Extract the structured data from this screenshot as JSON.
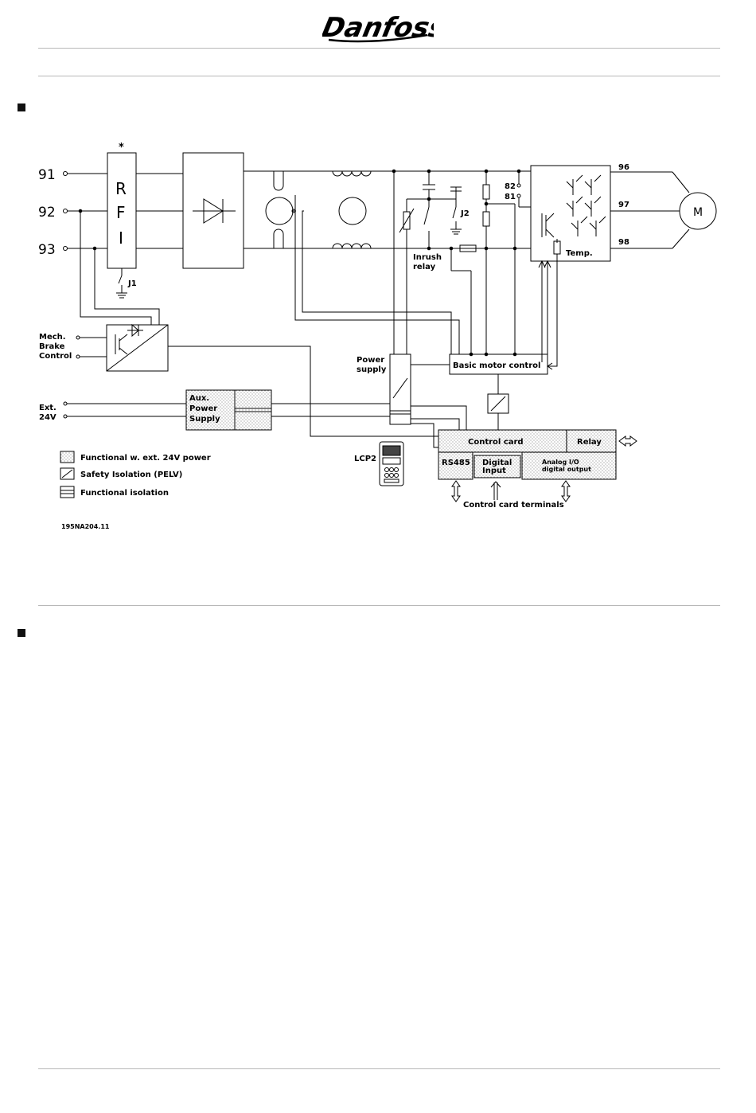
{
  "brand": {
    "logo_text": "Danfoss"
  },
  "diagram": {
    "terminals_in": [
      "91",
      "92",
      "93"
    ],
    "terminals_out": [
      "96",
      "97",
      "98"
    ],
    "brake_terminals": [
      "82",
      "81"
    ],
    "rfi_star": "*",
    "rfi_letters": [
      "R",
      "F",
      "I"
    ],
    "j1": "J1",
    "j2": "J2",
    "motor": "M",
    "temp": "Temp.",
    "inrush": [
      "Inrush",
      "relay"
    ],
    "power_supply": [
      "Power",
      "supply"
    ],
    "basic_motor_control": "Basic  motor  control",
    "mech_brake": [
      "Mech.",
      "Brake",
      "Control"
    ],
    "ext24": [
      "Ext.",
      "24V"
    ],
    "aux_power": [
      "Aux.",
      "Power",
      "Supply"
    ],
    "control_card": "Control card",
    "relay": "Relay",
    "rs485": "RS485",
    "digital_input": [
      "Digital",
      "Input"
    ],
    "analog_io": [
      "Analog I/O",
      "digital output"
    ],
    "lcp2": "LCP2",
    "control_card_terminals": "Control  card  terminals",
    "legend": {
      "dotted": "Functional w. ext. 24V power",
      "hatched": "Safety  Isolation  (PELV)",
      "double": "Functional  isolation"
    },
    "drawing_no": "195NA204.11"
  }
}
